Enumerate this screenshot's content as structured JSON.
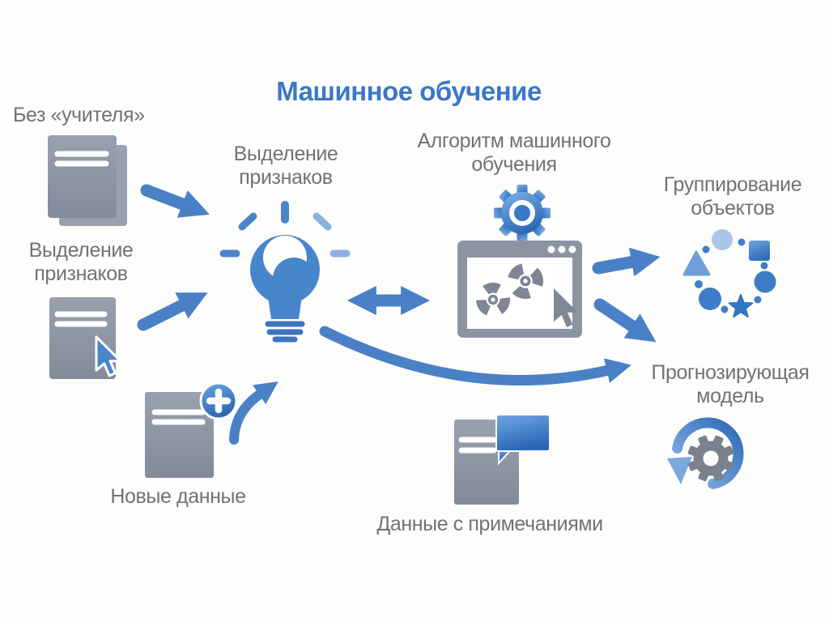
{
  "title": {
    "text": "Машинное обучение"
  },
  "nodes": {
    "unsupervised": {
      "label": "Без «учителя»",
      "icon": "documents-stack-icon"
    },
    "feature_extraction_left": {
      "label": "Выделение признаков",
      "icon": "document-cursor-icon"
    },
    "feature_extraction_center": {
      "label": "Выделение признаков",
      "icon": "lightbulb-icon"
    },
    "ml_algorithm": {
      "label": "Алгоритм машинного обучения",
      "icon": "browser-gears-icon"
    },
    "grouping": {
      "label": "Группирование объектов",
      "icon": "object-cluster-icon"
    },
    "predictive_model": {
      "label": "Прогнозирующая модель",
      "icon": "refresh-gear-icon"
    },
    "new_data": {
      "label": "Новые данные",
      "icon": "document-plus-icon"
    },
    "annotated_data": {
      "label": "Данные с примечаниями",
      "icon": "document-comment-icon"
    }
  },
  "connections": [
    {
      "from": "unsupervised",
      "to": "feature_extraction_center",
      "style": "straight-arrow"
    },
    {
      "from": "feature_extraction_left",
      "to": "feature_extraction_center",
      "style": "straight-arrow"
    },
    {
      "from": "feature_extraction_center",
      "to": "ml_algorithm",
      "style": "double-headed-arrow"
    },
    {
      "from": "ml_algorithm",
      "to": "grouping",
      "style": "straight-arrow"
    },
    {
      "from": "ml_algorithm",
      "to": "predictive_model",
      "style": "straight-arrow"
    },
    {
      "from": "feature_extraction_center",
      "to": "predictive_model",
      "style": "long-curved-arrow"
    },
    {
      "from": "new_data",
      "to": "feature_extraction_center",
      "style": "curved-arrow"
    }
  ],
  "colors": {
    "title_blue": "#3b78c6",
    "arrow_blue": "#4a80c5",
    "icon_gray": "#8c94a2",
    "label_gray": "#717275",
    "background": "#fdfdfc"
  }
}
